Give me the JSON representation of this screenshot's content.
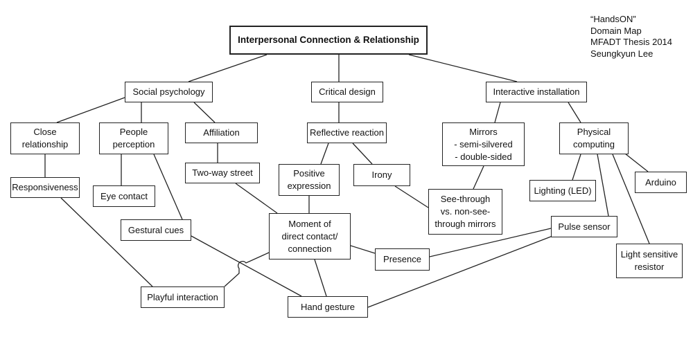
{
  "map": {
    "credit": [
      "“HandsON”",
      "Domain Map",
      "MFADT Thesis 2014",
      "Seungkyun Lee"
    ],
    "nodes": [
      {
        "id": "root",
        "label": "Interpersonal Connection & Relationship"
      },
      {
        "id": "social_psychology",
        "label": "Social psychology"
      },
      {
        "id": "critical_design",
        "label": "Critical design"
      },
      {
        "id": "interactive_installation",
        "label": "Interactive installation"
      },
      {
        "id": "close_relationship",
        "label": "Close\nrelationship"
      },
      {
        "id": "people_perception",
        "label": "People\nperception"
      },
      {
        "id": "affiliation",
        "label": "Affiliation"
      },
      {
        "id": "reflective_reaction",
        "label": "Reflective reaction"
      },
      {
        "id": "mirrors",
        "label": "Mirrors\n- semi-silvered\n- double-sided"
      },
      {
        "id": "physical_computing",
        "label": "Physical\ncomputing"
      },
      {
        "id": "responsiveness",
        "label": "Responsiveness"
      },
      {
        "id": "eye_contact",
        "label": "Eye contact"
      },
      {
        "id": "two_way_street",
        "label": "Two-way street"
      },
      {
        "id": "positive_expression",
        "label": "Positive\nexpression"
      },
      {
        "id": "irony",
        "label": "Irony"
      },
      {
        "id": "see_through",
        "label": "See-through\nvs. non-see-\nthrough mirrors"
      },
      {
        "id": "lighting",
        "label": "Lighting (LED)"
      },
      {
        "id": "arduino",
        "label": "Arduino"
      },
      {
        "id": "gestural_cues",
        "label": "Gestural cues"
      },
      {
        "id": "moment",
        "label": "Moment of\ndirect contact/\nconnection"
      },
      {
        "id": "pulse_sensor",
        "label": "Pulse sensor"
      },
      {
        "id": "presence",
        "label": "Presence"
      },
      {
        "id": "light_sensitive_resistor",
        "label": "Light sensitive\nresistor"
      },
      {
        "id": "playful_interaction",
        "label": "Playful interaction"
      },
      {
        "id": "hand_gesture",
        "label": "Hand gesture"
      }
    ],
    "edges": [
      [
        "root",
        "social_psychology"
      ],
      [
        "root",
        "critical_design"
      ],
      [
        "root",
        "interactive_installation"
      ],
      [
        "social_psychology",
        "close_relationship"
      ],
      [
        "social_psychology",
        "people_perception"
      ],
      [
        "social_psychology",
        "affiliation"
      ],
      [
        "critical_design",
        "reflective_reaction"
      ],
      [
        "interactive_installation",
        "mirrors"
      ],
      [
        "interactive_installation",
        "physical_computing"
      ],
      [
        "close_relationship",
        "responsiveness"
      ],
      [
        "people_perception",
        "eye_contact"
      ],
      [
        "people_perception",
        "gestural_cues"
      ],
      [
        "affiliation",
        "two_way_street"
      ],
      [
        "reflective_reaction",
        "positive_expression"
      ],
      [
        "reflective_reaction",
        "irony"
      ],
      [
        "mirrors",
        "see_through"
      ],
      [
        "irony",
        "see_through"
      ],
      [
        "physical_computing",
        "lighting"
      ],
      [
        "physical_computing",
        "arduino"
      ],
      [
        "physical_computing",
        "pulse_sensor"
      ],
      [
        "physical_computing",
        "light_sensitive_resistor"
      ],
      [
        "two_way_street",
        "moment"
      ],
      [
        "positive_expression",
        "moment"
      ],
      [
        "moment",
        "presence"
      ],
      [
        "moment",
        "hand_gesture"
      ],
      [
        "moment",
        "playful_interaction"
      ],
      [
        "presence",
        "pulse_sensor"
      ],
      [
        "hand_gesture",
        "pulse_sensor"
      ],
      [
        "responsiveness",
        "playful_interaction"
      ],
      [
        "gestural_cues",
        "hand_gesture"
      ]
    ]
  }
}
